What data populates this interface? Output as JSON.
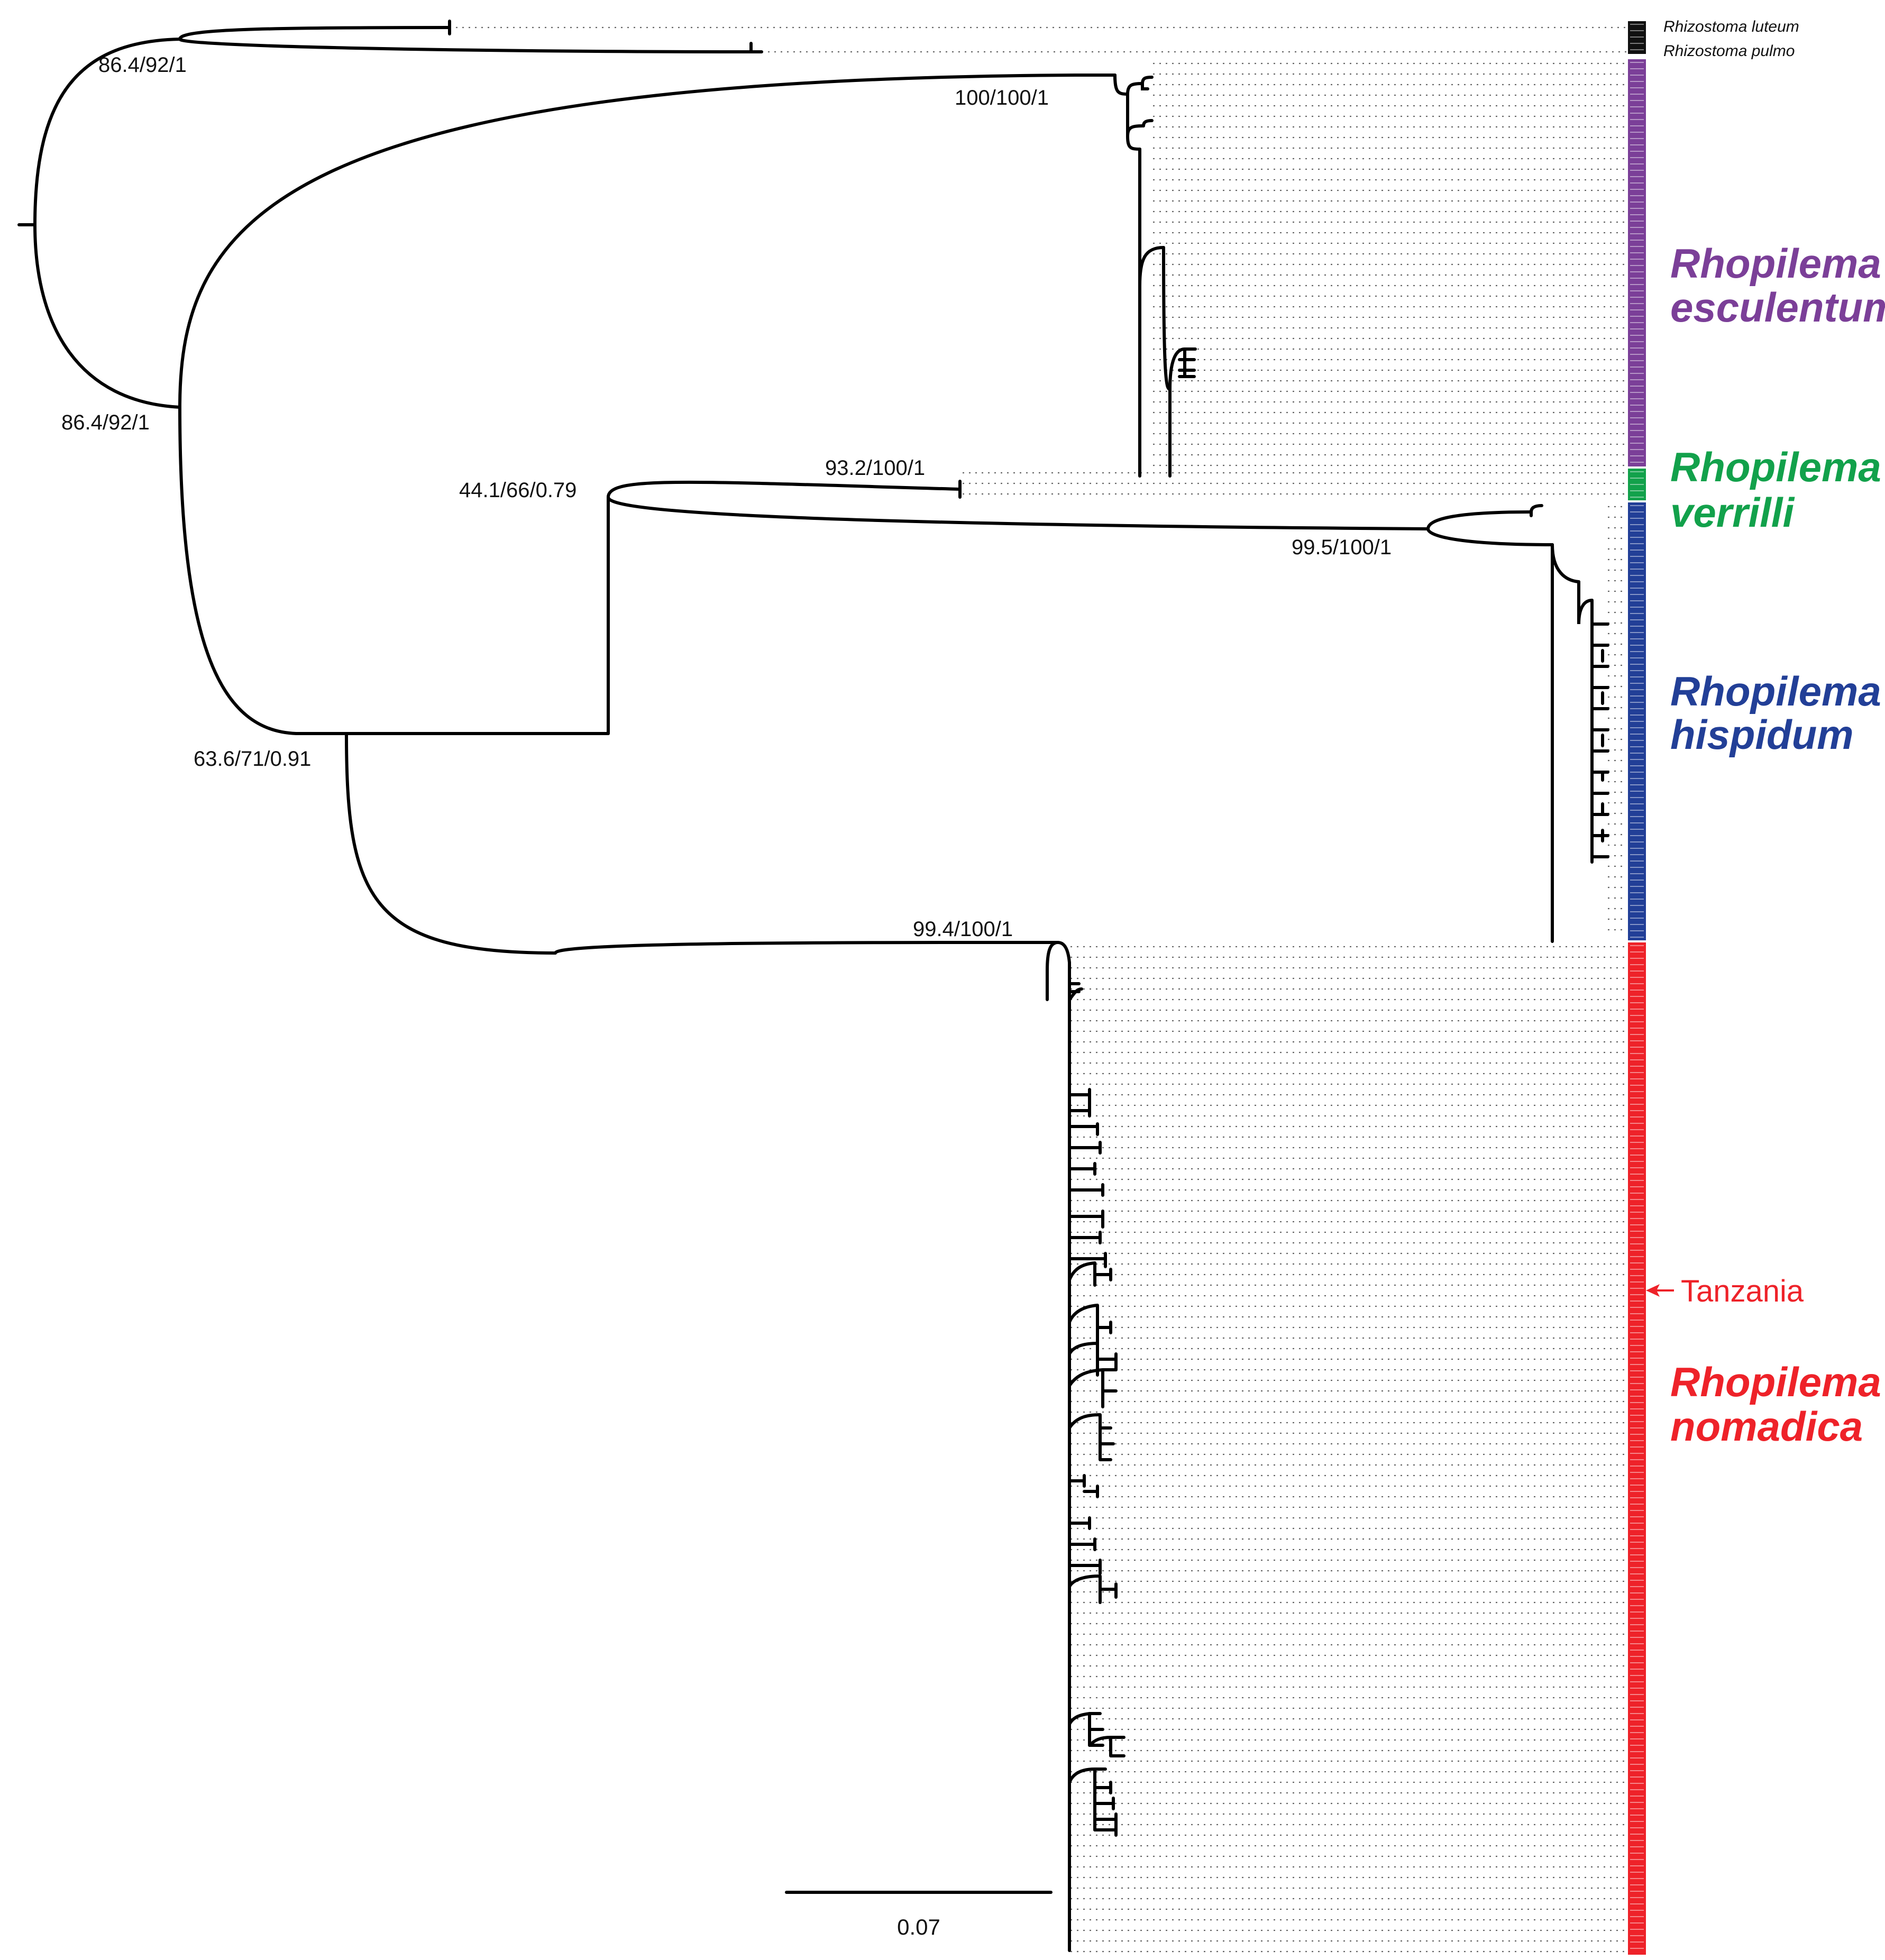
{
  "outgroups": [
    {
      "label": "Rhizostoma luteum"
    },
    {
      "label": "Rhizostoma pulmo"
    }
  ],
  "clades": [
    {
      "genus": "Rhopilema",
      "species": "esculentum",
      "color": "#7b3f98"
    },
    {
      "genus": "Rhopilema",
      "species": "verrilli",
      "color": "#12a14b"
    },
    {
      "genus": "Rhopilema",
      "species": "hispidum",
      "color": "#223f97"
    },
    {
      "genus": "Rhopilema",
      "species": "nomadica",
      "color": "#ee2229"
    }
  ],
  "support_values": {
    "rhizostoma": "86.4/92/1",
    "root_ingroup": "86.4/92/1",
    "esculentum": "100/100/1",
    "verrilli_hispidum": "44.1/66/0.79",
    "verrilli": "93.2/100/1",
    "hispidum": "99.5/100/1",
    "hispidum_nomadica": "63.6/71/0.91",
    "nomadica": "99.4/100/1"
  },
  "annotation": {
    "label": "Tanzania",
    "color": "#ee2229"
  },
  "scale_bar": {
    "value": "0.07"
  }
}
